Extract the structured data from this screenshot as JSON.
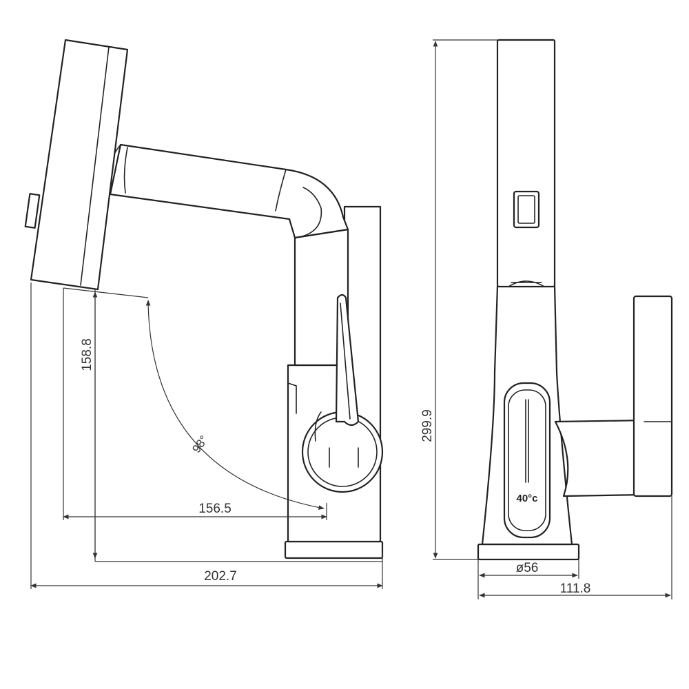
{
  "dimensions": {
    "outlet_height": "158.8",
    "spout_reach": "156.5",
    "overall_depth": "202.7",
    "swivel_angle": "98°",
    "overall_height": "299.9",
    "base_diameter": "ø56",
    "overall_width": "111.8"
  },
  "display": {
    "temperature": "40°c"
  }
}
